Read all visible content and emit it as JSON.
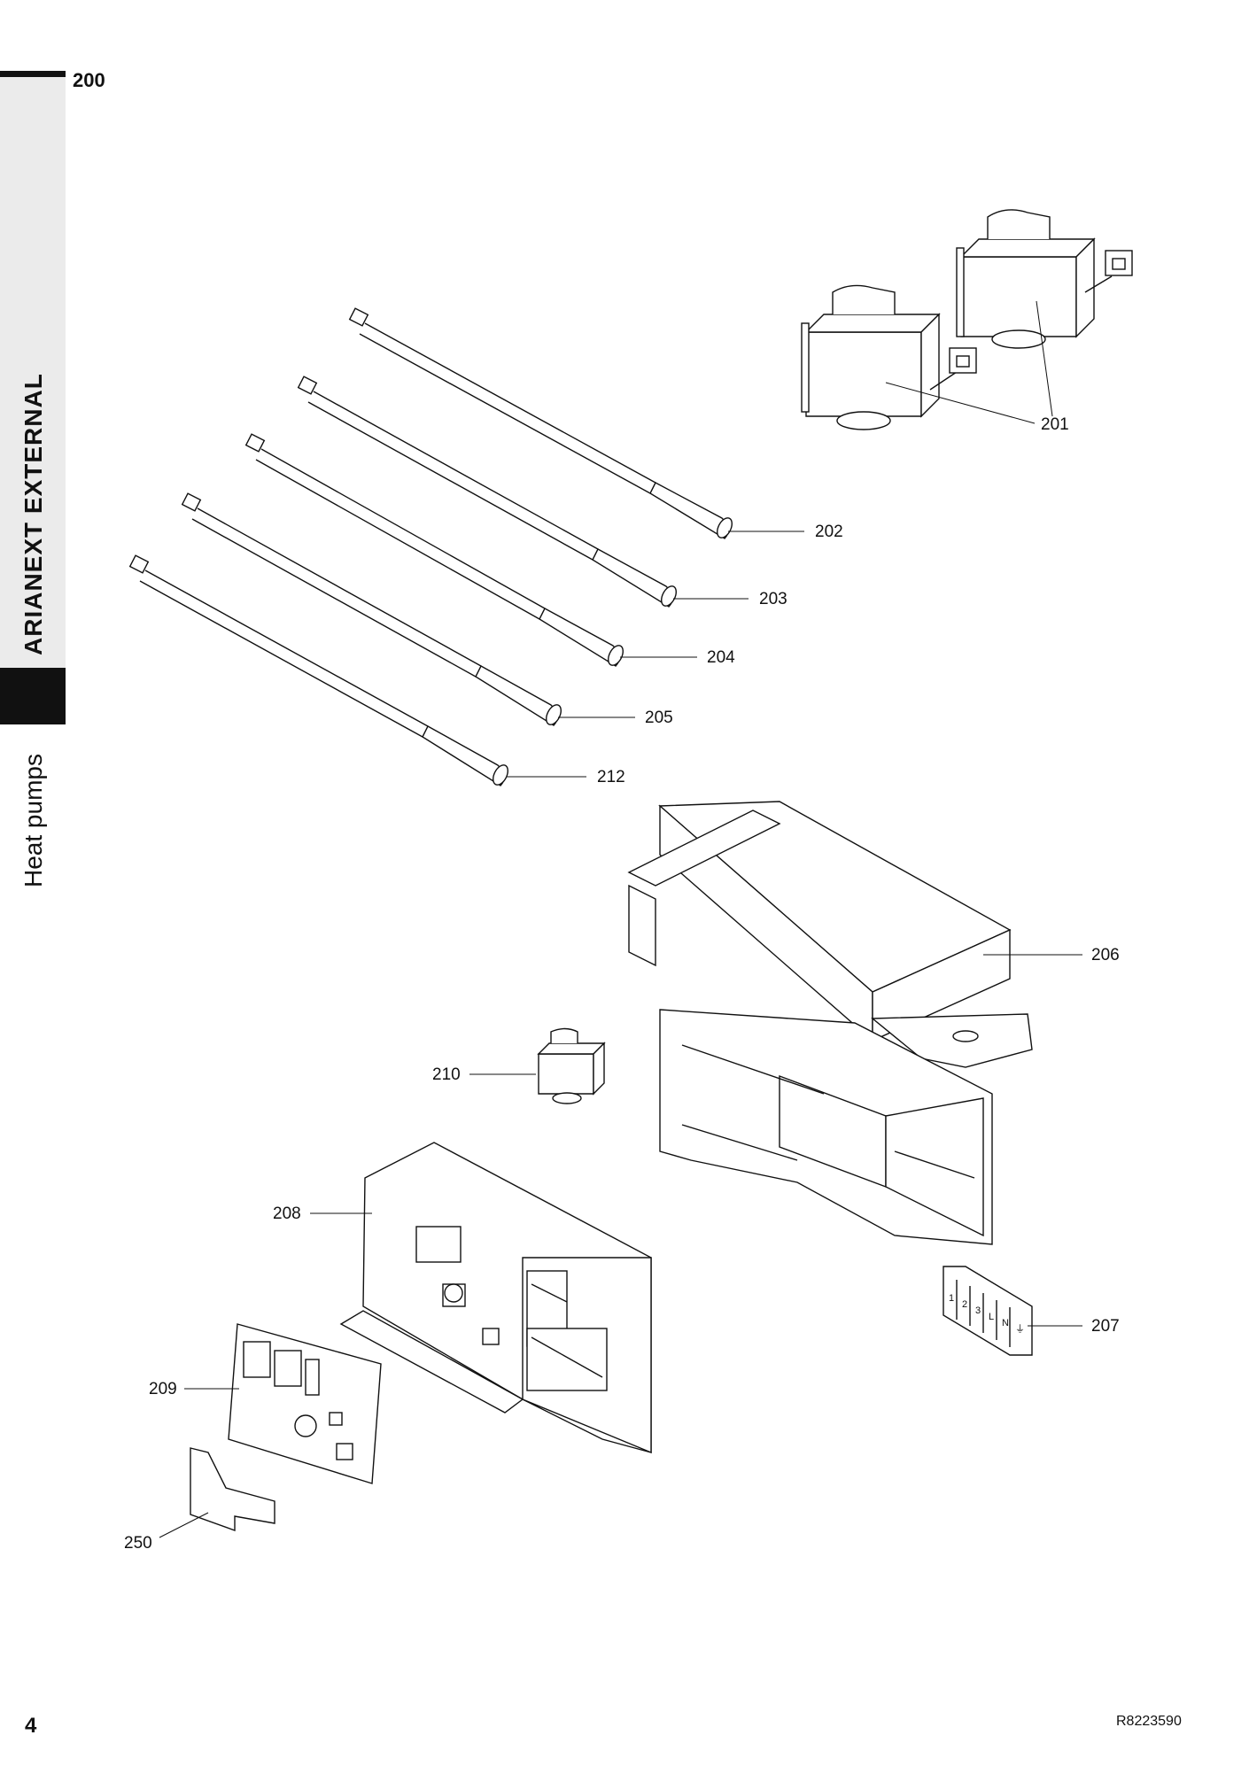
{
  "page": {
    "section_number": "200",
    "vertical_title": "ARIANEXT EXTERNAL",
    "vertical_subtitle": "Heat pumps",
    "page_number": "4",
    "document_reference": "R8223590"
  },
  "parts": [
    {
      "label": "201",
      "description": "transformers"
    },
    {
      "label": "202",
      "description": "sensor probe"
    },
    {
      "label": "203",
      "description": "sensor probe"
    },
    {
      "label": "204",
      "description": "sensor probe"
    },
    {
      "label": "205",
      "description": "sensor probe"
    },
    {
      "label": "212",
      "description": "sensor probe"
    },
    {
      "label": "206",
      "description": "inverter box"
    },
    {
      "label": "210",
      "description": "small transformer"
    },
    {
      "label": "208",
      "description": "control board housing"
    },
    {
      "label": "207",
      "description": "terminal block"
    },
    {
      "label": "209",
      "description": "electronic board"
    },
    {
      "label": "250",
      "description": "insulation sheet"
    }
  ],
  "terminal_marks": [
    "1",
    "2",
    "3",
    "L",
    "N",
    "⏚"
  ]
}
